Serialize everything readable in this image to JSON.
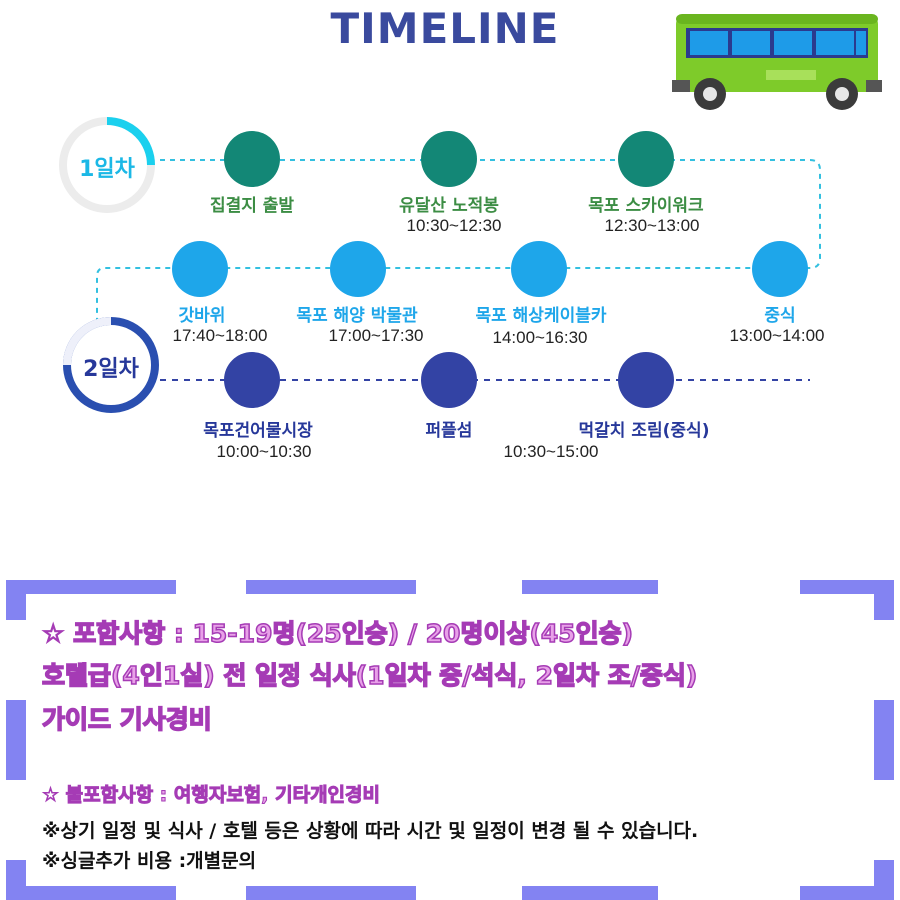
{
  "title": "TIMELINE",
  "bus_icon": "bus-icon",
  "day1": {
    "label": "1일차",
    "stops": [
      {
        "name": "집결지 출발",
        "time": ""
      },
      {
        "name": "유달산 노적봉",
        "time": "10:30~12:30"
      },
      {
        "name": "목포 스카이워크",
        "time": "12:30~13:00"
      }
    ],
    "afternoon": [
      {
        "name": "중식",
        "time": "13:00~14:00"
      },
      {
        "name": "목포 해상케이블카",
        "time": "14:00~16:30"
      },
      {
        "name": "목포 해양 박물관",
        "time": "17:00~17:30"
      },
      {
        "name": "갓바위",
        "time": "17:40~18:00"
      }
    ]
  },
  "day2": {
    "label": "2일차",
    "stops": [
      {
        "name": "목포건어물시장",
        "time": "10:00~10:30"
      },
      {
        "name": "퍼플섬",
        "time": ""
      },
      {
        "name": "먹갈치 조림(중식)",
        "time": "10:30~15:00"
      }
    ]
  },
  "info": {
    "included_line1": "☆ 포함사항 : 15-19명(25인승) / 20명이상(45인승)",
    "included_line2": "호텔급(4인1실) 전 일정 식사(1일차 중/석식, 2일차 조/중식)",
    "included_line3": "가이드 기사경비",
    "excluded": "☆ 불포함사항 : 여행자보험, 기타개인경비",
    "notice1": "※상기 일정 및 식사 / 호텔 등은 상황에 따라 시간 및 일정이 변경 될 수 있습니다.",
    "notice2": "※싱글추가 비용 :개별문의"
  },
  "colors": {
    "title": "#3a4a9e",
    "day1_dot": "#138776",
    "day1_label": "#3c8d44",
    "afternoon_dot": "#1ea6ea",
    "day2_dot": "#3343a4",
    "frame": "#8383f2",
    "info_text": "#e8a1e8",
    "info_stroke": "#a53bb5"
  }
}
